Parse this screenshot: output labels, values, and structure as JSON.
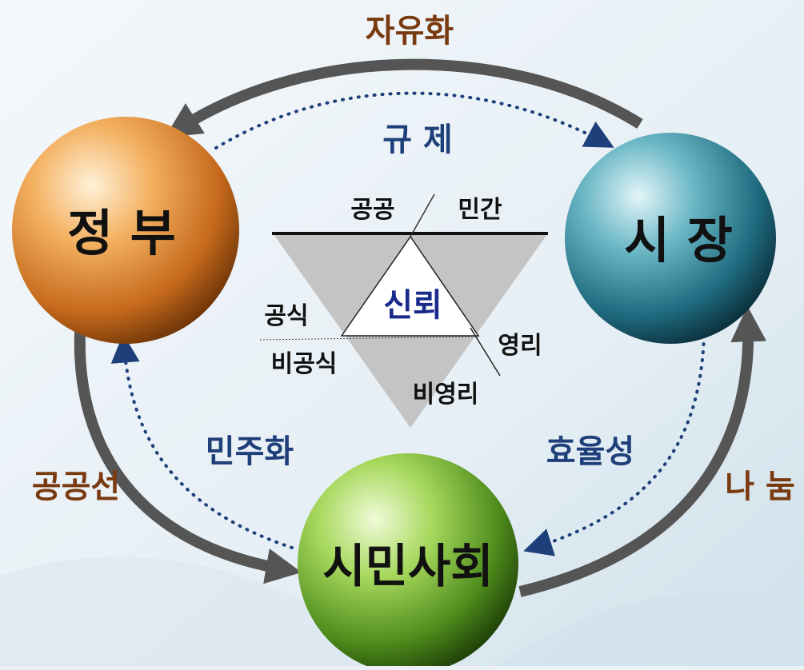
{
  "nodes": {
    "government": "정 부",
    "market": "시 장",
    "civil_society": "시민사회"
  },
  "outer_flows": {
    "top": "자유화",
    "left": "공공선",
    "right": "나 눔"
  },
  "inner_flows": {
    "top": "규 제",
    "left": "민주화",
    "right": "효율성"
  },
  "center": {
    "label": "신뢰",
    "public": "공공",
    "private": "민간",
    "formal": "공식",
    "informal": "비공식",
    "profit": "영리",
    "nonprofit": "비영리"
  },
  "colors": {
    "government": "#f0a050",
    "market": "#2e8aa0",
    "civil_society": "#7cbf3c",
    "outer_label": "#7a3a10",
    "inner_label": "#1f3f7a",
    "arrow": "#555555",
    "triangle": "#c4c4c4"
  }
}
